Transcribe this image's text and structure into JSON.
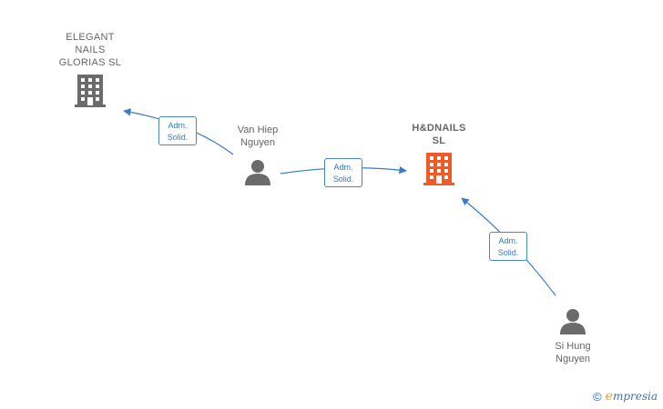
{
  "nodes": {
    "elegant": {
      "label": "ELEGANT\nNAILS\nGLORIAS  SL",
      "type": "company",
      "color": "#666666"
    },
    "hdnails": {
      "label": "H&DNAILS\nSL",
      "type": "company",
      "color": "#f05a28"
    },
    "vanhiep": {
      "label": "Van Hiep\nNguyen",
      "type": "person",
      "color": "#666666"
    },
    "sihung": {
      "label": "Si Hung\nNguyen",
      "type": "person",
      "color": "#666666"
    }
  },
  "edges": [
    {
      "from": "vanhiep",
      "to": "elegant",
      "role_line1": "Adm.",
      "role_line2": "Solid."
    },
    {
      "from": "vanhiep",
      "to": "hdnails",
      "role_line1": "Adm.",
      "role_line2": "Solid."
    },
    {
      "from": "sihung",
      "to": "hdnails",
      "role_line1": "Adm.",
      "role_line2": "Solid."
    }
  ],
  "colors": {
    "edge": "#3a7cc7",
    "company_grey": "#6b6b6b",
    "company_main": "#f05a28",
    "person": "#6b6b6b"
  },
  "footer": {
    "copyright_symbol": "©",
    "brand_initial": "e",
    "brand_rest": "mpresia"
  }
}
